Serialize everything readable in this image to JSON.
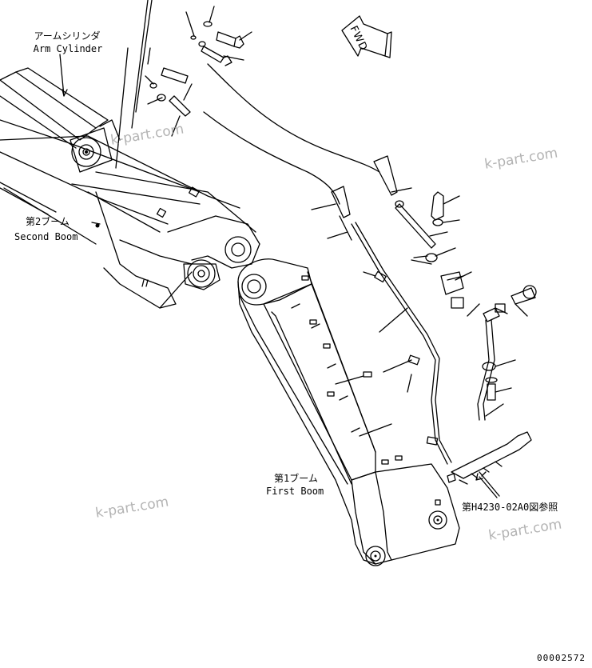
{
  "labels": {
    "arm_cylinder_jp": "アームシリンダ",
    "arm_cylinder_en": "Arm Cylinder",
    "second_boom_jp": "第2ブーム",
    "second_boom_en": "Second Boom",
    "first_boom_jp": "第1ブーム",
    "first_boom_en": "First Boom",
    "reference": "第H4230-02A0図参照",
    "fwd": "FWD"
  },
  "watermarks": [
    "k-part.com",
    "k-part.com",
    "k-part.com",
    "k-part.com"
  ],
  "drawing_code": "00002572",
  "colors": {
    "line": "#000000",
    "watermark": "#9a9a9a",
    "background": "#ffffff"
  }
}
